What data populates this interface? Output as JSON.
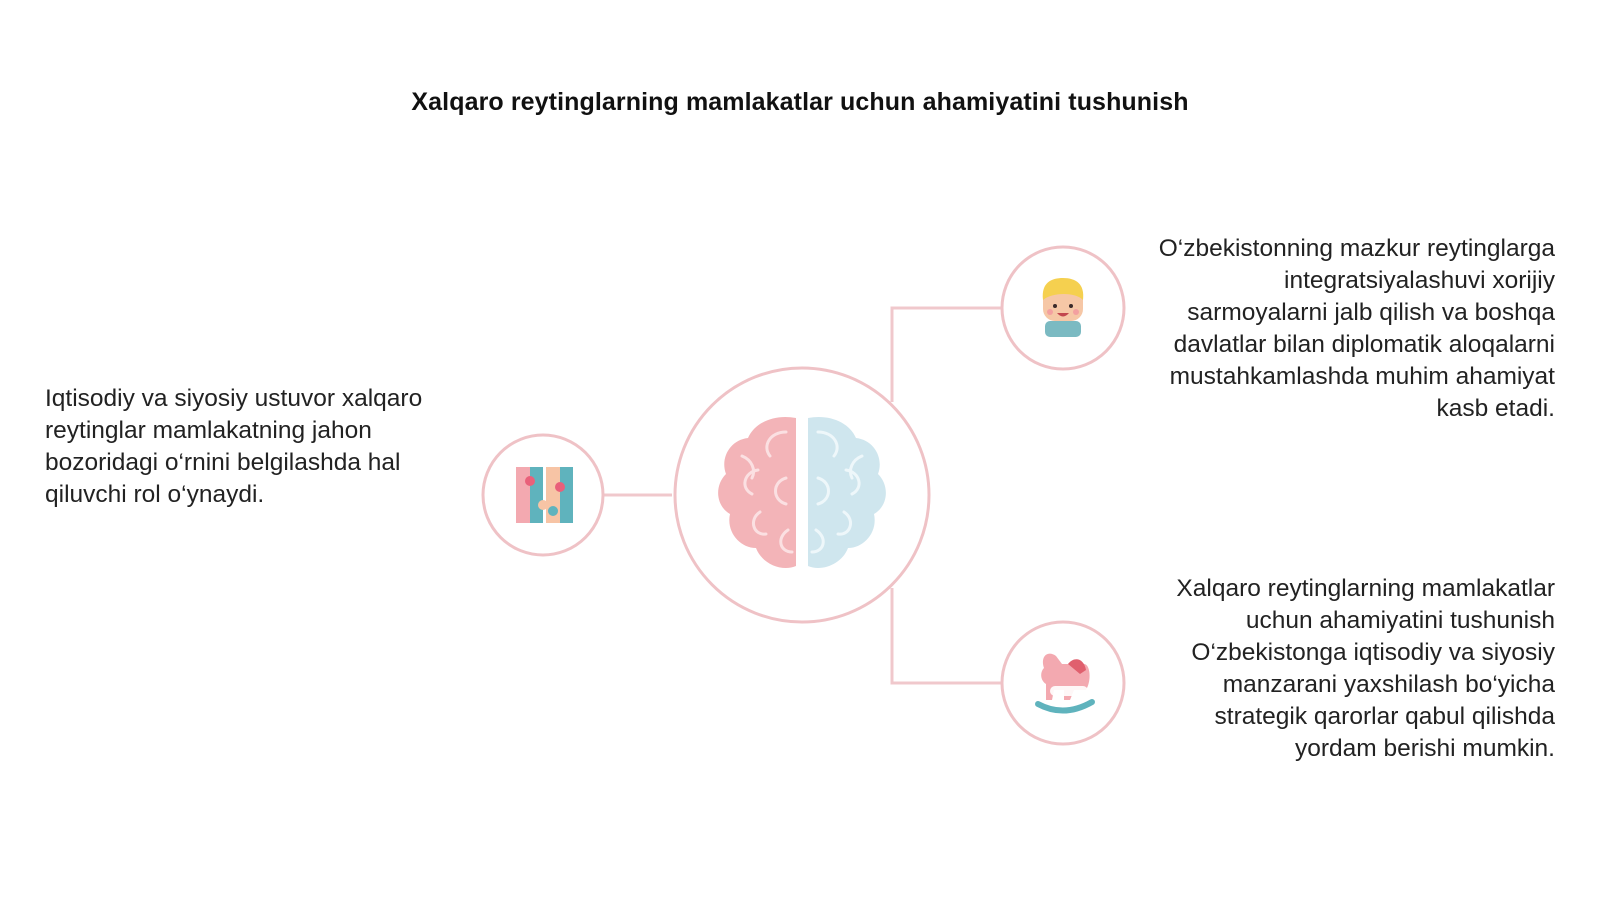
{
  "title": "Xalqaro reytinglarning mamlakatlar uchun ahamiyatini tushunish",
  "center": {
    "icon": "brain-icon"
  },
  "branches": [
    {
      "icon": "puzzle-icon",
      "text": "Iqtisodiy va siyosiy ustuvor xalqaro reytinglar mamlakatning jahon bozoridagi o‘rnini belgilashda hal qiluvchi rol o‘ynaydi."
    },
    {
      "icon": "child-face-icon",
      "text": "O‘zbekistonning mazkur reytinglarga integratsiyalashuvi xorijiy sarmoyalarni jalb qilish va boshqa davlatlar bilan diplomatik aloqalarni mustahkamlashda muhim ahamiyat kasb etadi."
    },
    {
      "icon": "rocking-horse-icon",
      "text": "Xalqaro reytinglarning mamlakatlar uchun ahamiyatini tushunish O‘zbekistonga iqtisodiy va siyosiy manzarani yaxshilash bo‘yicha strategik qarorlar qabul qilishda yordam berishi mumkin."
    }
  ],
  "colors": {
    "line": "#f0c8cc",
    "ring": "#efc2c6",
    "brain_left": "#f3b4b8",
    "brain_right": "#cfe6ee",
    "accent_teal": "#5fb3bd"
  }
}
